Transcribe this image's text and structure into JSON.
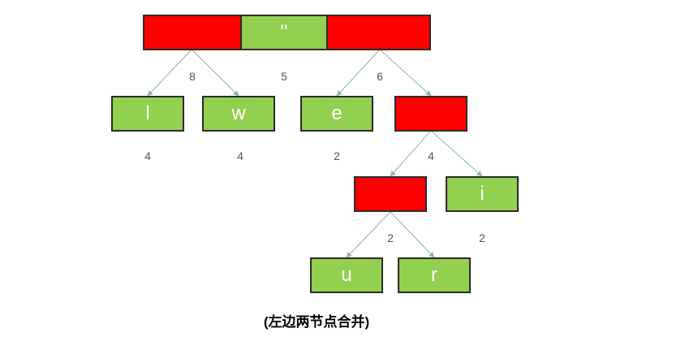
{
  "colors": {
    "merged_node": "#ff0000",
    "leaf_node": "#92d050",
    "edge": "#8fb3b3"
  },
  "root": {
    "segments": [
      {
        "color": "red",
        "label": ""
      },
      {
        "color": "green",
        "label": "''"
      },
      {
        "color": "red",
        "label": ""
      }
    ]
  },
  "edge_weights": {
    "root_left": "8",
    "root_middle": "5",
    "root_right": "6",
    "merged_mid": "4",
    "merged_low": "2"
  },
  "leaves": [
    {
      "key": "l",
      "char": "l",
      "weight": "4"
    },
    {
      "key": "w",
      "char": "w",
      "weight": "4"
    },
    {
      "key": "e",
      "char": "e",
      "weight": "2"
    },
    {
      "key": "i",
      "char": "i",
      "weight": "2"
    },
    {
      "key": "u",
      "char": "u"
    },
    {
      "key": "r",
      "char": "r"
    }
  ],
  "caption": "(左边两节点合并)"
}
